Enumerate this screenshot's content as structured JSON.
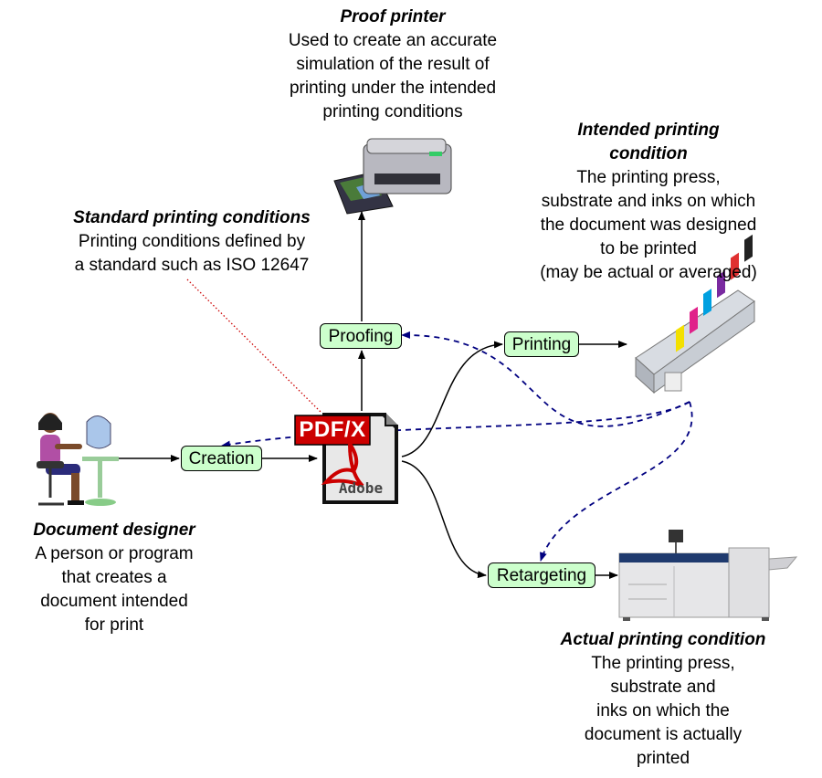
{
  "proof_printer": {
    "title": "Proof printer",
    "lines": [
      "Used to create an accurate",
      "simulation of the result of",
      "printing under the intended",
      "printing conditions"
    ]
  },
  "intended": {
    "title_lines": [
      "Intended printing",
      "condition"
    ],
    "lines": [
      "The printing press,",
      "substrate and inks on which",
      "the document was designed",
      "to be printed",
      "(may be actual or averaged)"
    ]
  },
  "standard": {
    "title": "Standard printing conditions",
    "lines": [
      "Printing conditions defined by",
      "a standard such as ISO 12647"
    ]
  },
  "designer": {
    "title": "Document designer",
    "lines": [
      "A person or program",
      "that creates a",
      "document intended",
      "for print"
    ]
  },
  "actual": {
    "title": "Actual printing condition",
    "lines": [
      "The printing press,",
      "substrate and",
      "inks on which the",
      "document is actually",
      "printed"
    ]
  },
  "nodes": {
    "proofing": "Proofing",
    "printing": "Printing",
    "creation": "Creation",
    "retargeting": "Retargeting"
  },
  "pdf_icon": {
    "badge": "PDF/X",
    "brand": "Adobe"
  },
  "colors": {
    "node_fill": "#ccffcc",
    "dashed_arrow": "#000080",
    "dotted_line": "#cc0000",
    "badge": "#cc0000"
  }
}
